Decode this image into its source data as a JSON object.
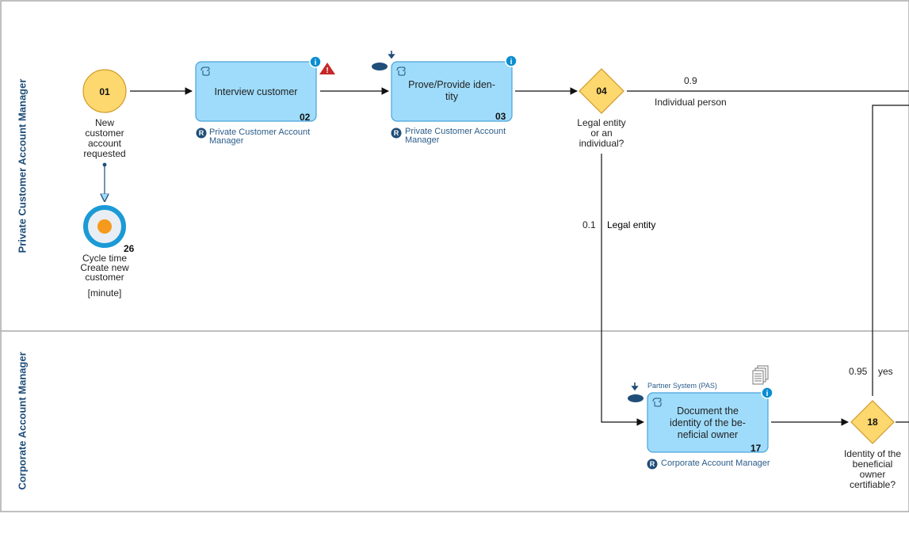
{
  "lanes": {
    "private": {
      "title": "Private Customer Account Manager"
    },
    "corporate": {
      "title": "Corporate Account Manager"
    }
  },
  "events": {
    "start": {
      "number": "01",
      "label_lines": [
        "New",
        "customer",
        "account",
        "requested"
      ]
    },
    "kpi": {
      "number": "26",
      "label_lines": [
        "Cycle time",
        "Create new",
        "customer"
      ],
      "unit": "[minute]"
    }
  },
  "tasks": {
    "interview": {
      "label": "Interview customer",
      "number": "02",
      "role_lines": [
        "Private Customer Account",
        "Manager"
      ]
    },
    "prove": {
      "label_lines": [
        "Prove/Provide iden-",
        "tity"
      ],
      "number": "03",
      "role_lines": [
        "Private Customer Account",
        "Manager"
      ]
    },
    "document": {
      "label_lines": [
        "Document the",
        "identity of the be-",
        "neficial owner"
      ],
      "number": "17",
      "role_lines": [
        "Corporate Account Manager"
      ],
      "system": "Partner System (PAS)"
    }
  },
  "gateways": {
    "g04": {
      "number": "04",
      "label_lines": [
        "Legal entity",
        "or an",
        "individual?"
      ]
    },
    "g18": {
      "number": "18",
      "label_lines": [
        "Identity of the",
        "beneficial",
        "owner",
        "certifiable?"
      ]
    }
  },
  "flows": {
    "individual": {
      "probability": "0.9",
      "label": "Individual person"
    },
    "legal": {
      "probability": "0.1",
      "label": "Legal entity"
    },
    "yes": {
      "probability": "0.95",
      "label": "yes"
    }
  },
  "badges": {
    "role_letter": "R",
    "info": "i",
    "warning": "!"
  },
  "colors": {
    "task_fill": "#9fdcfb",
    "task_stroke": "#4aa3d9",
    "event_fill": "#fdd86e",
    "event_stroke": "#cf9a2b",
    "lane_text": "#1f4e79",
    "info": "#0b8dd0",
    "warning": "#c62828",
    "kpi_ring": "#1b9ad6",
    "kpi_dot": "#f59a1c"
  }
}
